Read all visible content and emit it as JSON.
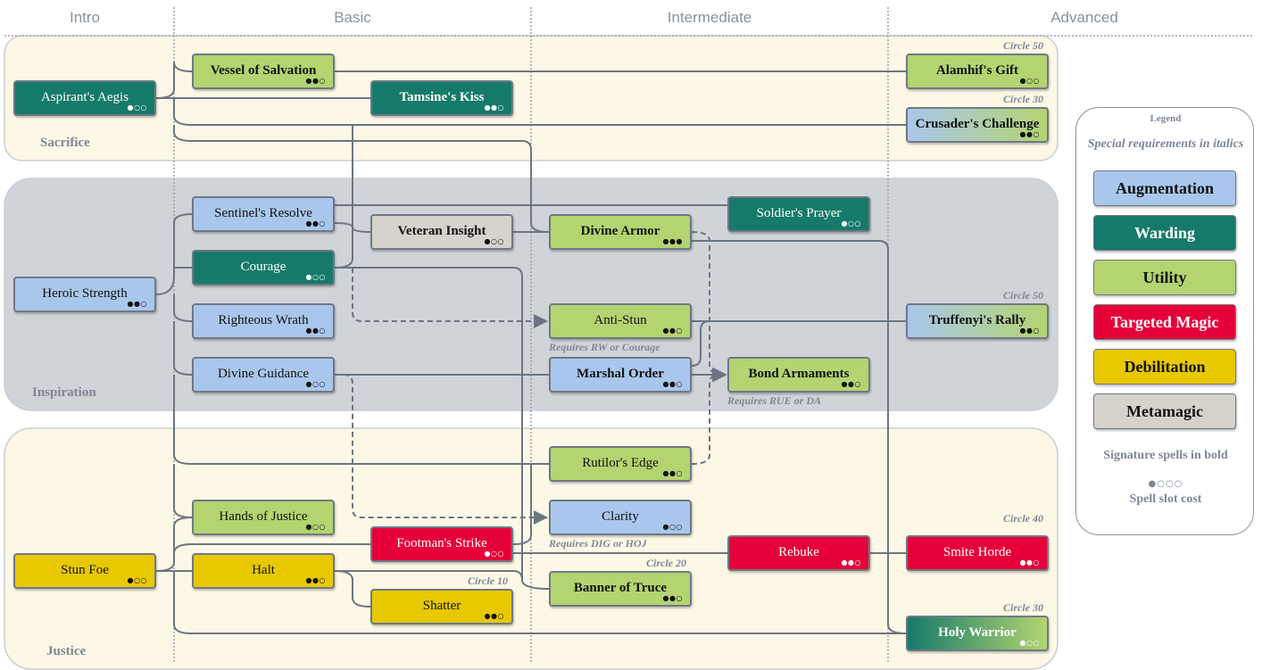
{
  "columns": [
    "Intro",
    "Basic",
    "Intermediate",
    "Advanced"
  ],
  "regions": {
    "sacrifice": "Sacrifice",
    "inspiration": "Inspiration",
    "justice": "Justice"
  },
  "colors": {
    "augmentation": "#a9c7ec",
    "warding": "#167a6a",
    "utility": "#b3d470",
    "targeted_magic": "#e60039",
    "debilitation": "#e8c800",
    "metamagic": "#d6d2cc",
    "region_light": "#fdf8e6",
    "region_grey": "#d0d4d9",
    "wire": "#6b7682"
  },
  "spells": {
    "aspirants_aegis": {
      "name": "Aspirant's Aegis",
      "pips": "●○○"
    },
    "vessel_of_salvation": {
      "name": "Vessel of Salvation",
      "pips": "●●○"
    },
    "tamsines_kiss": {
      "name": "Tamsine's Kiss",
      "pips": "●●○"
    },
    "alamhifs_gift": {
      "name": "Alamhif's Gift",
      "pips": "●○○",
      "note": "Circle 50"
    },
    "crusaders_challenge": {
      "name": "Crusader's Challenge",
      "pips": "●●○",
      "note": "Circle 30"
    },
    "sentinels_resolve": {
      "name": "Sentinel's Resolve",
      "pips": "●●○"
    },
    "veteran_insight": {
      "name": "Veteran Insight",
      "pips": "●○○"
    },
    "divine_armor": {
      "name": "Divine Armor",
      "pips": "●●●"
    },
    "soldiers_prayer": {
      "name": "Soldier's Prayer",
      "pips": "●○○"
    },
    "heroic_strength": {
      "name": "Heroic Strength",
      "pips": "●●○"
    },
    "courage": {
      "name": "Courage",
      "pips": "●○○"
    },
    "righteous_wrath": {
      "name": "Righteous Wrath",
      "pips": "●●○"
    },
    "anti_stun": {
      "name": "Anti-Stun",
      "pips": "●●○",
      "note": "Requires RW or Courage"
    },
    "truffenyis_rally": {
      "name": "Truffenyi's Rally",
      "pips": "●●○",
      "note": "Circle 50"
    },
    "divine_guidance": {
      "name": "Divine Guidance",
      "pips": "●○○"
    },
    "marshal_order": {
      "name": "Marshal Order",
      "pips": "●●○"
    },
    "bond_armaments": {
      "name": "Bond Armaments",
      "pips": "●●○",
      "note": "Requires RUE or DA"
    },
    "rutilors_edge": {
      "name": "Rutilor's Edge",
      "pips": "●●○"
    },
    "hands_of_justice": {
      "name": "Hands of Justice",
      "pips": "●○○"
    },
    "clarity": {
      "name": "Clarity",
      "pips": "●○○",
      "note": "Requires DIG or HOJ"
    },
    "footmans_strike": {
      "name": "Footman's Strike",
      "pips": "●○○"
    },
    "stun_foe": {
      "name": "Stun Foe",
      "pips": "●○○"
    },
    "halt": {
      "name": "Halt",
      "pips": "●●○"
    },
    "rebuke": {
      "name": "Rebuke",
      "pips": "●●○"
    },
    "smite_horde": {
      "name": "Smite Horde",
      "pips": "●●○",
      "note": "Circle 40"
    },
    "banner_of_truce": {
      "name": "Banner of Truce",
      "pips": "●●○",
      "note": "Circle 20"
    },
    "shatter": {
      "name": "Shatter",
      "pips": "●●○",
      "note": "Circle 10"
    },
    "holy_warrior": {
      "name": "Holy Warrior",
      "pips": "●○○",
      "note": "Circle 30"
    }
  },
  "legend": {
    "title": "Legend",
    "special_requirements": "Special requirements in italics",
    "items": [
      "Augmentation",
      "Warding",
      "Utility",
      "Targeted Magic",
      "Debilitation",
      "Metamagic"
    ],
    "signature": "Signature spells in bold",
    "pips": "●○○○",
    "slot_cost": "Spell slot cost"
  }
}
